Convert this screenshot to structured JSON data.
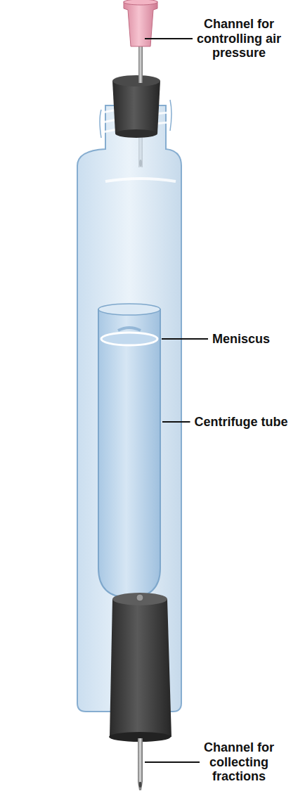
{
  "diagram": {
    "labels": [
      "Channel for controlling air pressure",
      "Meniscus",
      "Centrifuge tube",
      "Channel for collecting fractions"
    ]
  }
}
